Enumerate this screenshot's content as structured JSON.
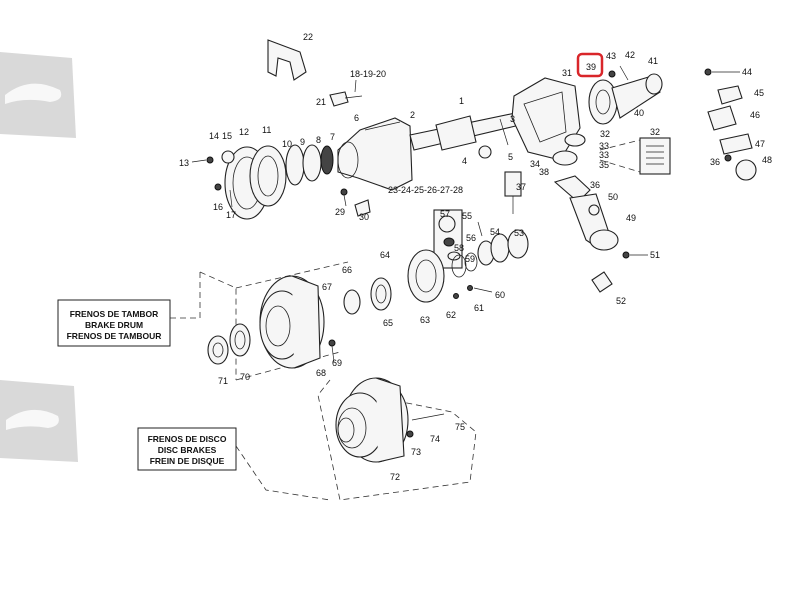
{
  "highlight_color": "#d9262a",
  "captions": {
    "drum": [
      "FRENOS DE TAMBOR",
      "BRAKE DRUM",
      "FRENOS DE TAMBOUR"
    ],
    "disc": [
      "FRENOS DE DISCO",
      "DISC BRAKES",
      "FREIN DE DISQUE"
    ]
  },
  "labels": {
    "l1": "1",
    "l2": "2",
    "l3": "3",
    "l4": "4",
    "l5": "5",
    "l6": "6",
    "l7": "7",
    "l8": "8",
    "l9": "9",
    "l10": "10",
    "l11": "11",
    "l12": "12",
    "l13": "13",
    "l14": "14",
    "l15": "15",
    "l16": "16",
    "l17": "17",
    "l18": "18-19-20",
    "l21": "21",
    "l22": "22",
    "l23": "23-24-25-26-27-28",
    "l29": "29",
    "l30": "30",
    "l31": "31",
    "l32": "32",
    "l32b": "32",
    "l33a": "33",
    "l33b": "33",
    "l34": "34",
    "l35": "35",
    "l36": "36",
    "l36b": "36",
    "l37": "37",
    "l38": "38",
    "l39": "39",
    "l40": "40",
    "l41": "41",
    "l42": "42",
    "l43": "43",
    "l44": "44",
    "l45": "45",
    "l46": "46",
    "l47": "47",
    "l48": "48",
    "l49": "49",
    "l50": "50",
    "l51": "51",
    "l52": "52",
    "l53": "53",
    "l54": "54",
    "l55": "55",
    "l56": "56",
    "l57": "57",
    "l58": "58",
    "l59": "59",
    "l60": "60",
    "l61": "61",
    "l62": "62",
    "l63": "63",
    "l64": "64",
    "l65": "65",
    "l66": "66",
    "l67": "67",
    "l68": "68",
    "l69": "69",
    "l70": "70",
    "l71": "71",
    "l72": "72",
    "l73": "73",
    "l74": "74",
    "l75": "75"
  }
}
